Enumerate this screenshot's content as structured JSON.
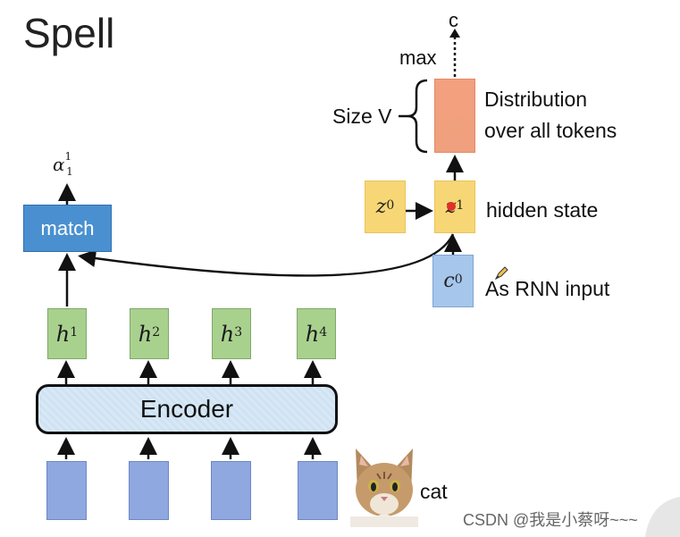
{
  "title": "Spell",
  "encoder_label": "Encoder",
  "match_label": "match",
  "alpha": {
    "base": "α",
    "sup": "1",
    "sub": "1"
  },
  "h_boxes": [
    {
      "base": "h",
      "sup": "1"
    },
    {
      "base": "h",
      "sup": "2"
    },
    {
      "base": "h",
      "sup": "3"
    },
    {
      "base": "h",
      "sup": "4"
    }
  ],
  "z0": {
    "base": "z",
    "sup": "0"
  },
  "z1": {
    "base": "z",
    "sup": "1"
  },
  "c0": {
    "base": "c",
    "sup": "0"
  },
  "labels": {
    "c_top": "c",
    "max": "max",
    "size_v": "Size V",
    "distribution_line1": "Distribution",
    "distribution_line2": "over all tokens",
    "hidden_state": "hidden state",
    "rnn_input": "As RNN input",
    "cat": "cat"
  },
  "watermark": "CSDN @我是小蔡呀~~~",
  "colors": {
    "green": "#a9d18e",
    "input_blue": "#8fa8e0",
    "match_blue": "#4a90d0",
    "yellow": "#f7d775",
    "light_blue": "#a6c6ec",
    "orange": "#f3a07f"
  }
}
